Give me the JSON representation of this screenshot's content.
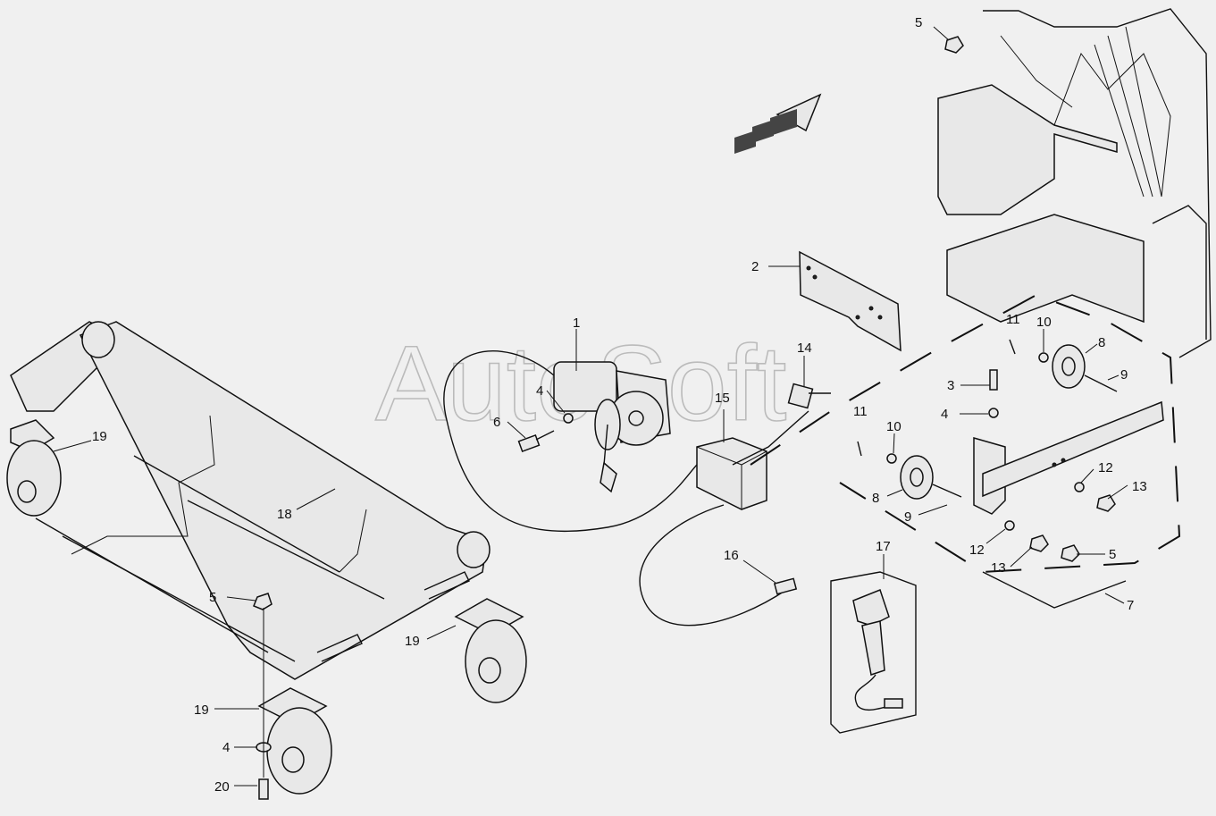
{
  "watermark": "AutoSoft",
  "callouts": [
    {
      "id": "c1",
      "label": "1"
    },
    {
      "id": "c2",
      "label": "2"
    },
    {
      "id": "c3",
      "label": "3"
    },
    {
      "id": "c4a",
      "label": "4"
    },
    {
      "id": "c4b",
      "label": "4"
    },
    {
      "id": "c4c",
      "label": "4"
    },
    {
      "id": "c5a",
      "label": "5"
    },
    {
      "id": "c5b",
      "label": "5"
    },
    {
      "id": "c5c",
      "label": "5"
    },
    {
      "id": "c6",
      "label": "6"
    },
    {
      "id": "c7",
      "label": "7"
    },
    {
      "id": "c8a",
      "label": "8"
    },
    {
      "id": "c8b",
      "label": "8"
    },
    {
      "id": "c9a",
      "label": "9"
    },
    {
      "id": "c9b",
      "label": "9"
    },
    {
      "id": "c10a",
      "label": "10"
    },
    {
      "id": "c10b",
      "label": "10"
    },
    {
      "id": "c11a",
      "label": "11"
    },
    {
      "id": "c11b",
      "label": "11"
    },
    {
      "id": "c12a",
      "label": "12"
    },
    {
      "id": "c12b",
      "label": "12"
    },
    {
      "id": "c13a",
      "label": "13"
    },
    {
      "id": "c13b",
      "label": "13"
    },
    {
      "id": "c14",
      "label": "14"
    },
    {
      "id": "c15",
      "label": "15"
    },
    {
      "id": "c16",
      "label": "16"
    },
    {
      "id": "c17",
      "label": "17"
    },
    {
      "id": "c18",
      "label": "18"
    },
    {
      "id": "c19a",
      "label": "19"
    },
    {
      "id": "c19b",
      "label": "19"
    },
    {
      "id": "c19c",
      "label": "19"
    },
    {
      "id": "c20",
      "label": "20"
    }
  ]
}
